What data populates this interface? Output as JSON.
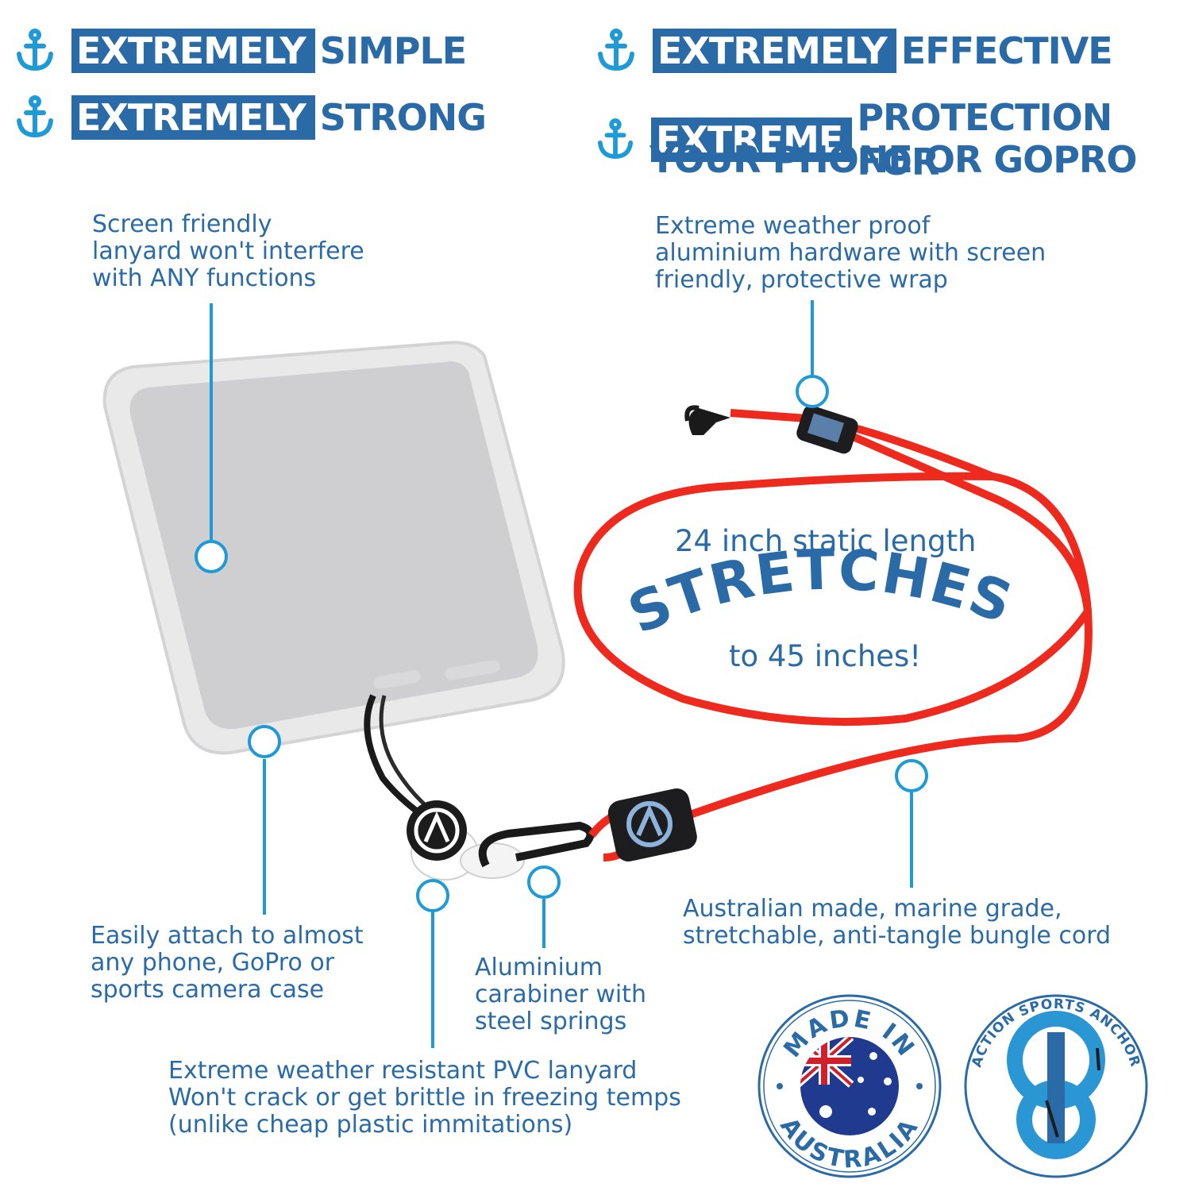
{
  "headlines": [
    {
      "highlight": "EXTREMELY",
      "rest": "SIMPLE"
    },
    {
      "highlight": "EXTREMELY",
      "rest": "STRONG"
    },
    {
      "highlight": "EXTREMELY",
      "rest": "EFFECTIVE"
    },
    {
      "highlight": "EXTREME",
      "rest": "PROTECTION FOR",
      "line2": "YOUR PHONE OR GOPRO"
    }
  ],
  "callouts": {
    "screen": "Screen friendly\nlanyard won't interfere\nwith ANY functions",
    "hardware": "Extreme weather proof\naluminium hardware with screen\nfriendly, protective wrap",
    "attach": "Easily attach to almost\nany phone, GoPro or\nsports camera case",
    "carabiner": "Aluminium\ncarabiner with\nsteel springs",
    "cord": "Australian made, marine grade,\nstretchable, anti-tangle bungle cord",
    "pvc": "Extreme weather resistant PVC lanyard\nWon't crack or get brittle in freezing temps\n(unlike cheap plastic immitations)"
  },
  "stretch": {
    "top": "24 inch static length",
    "big": "STRETCHES",
    "bottom": "to 45 inches!"
  },
  "badges": {
    "made_in": "MADE IN",
    "australia": "AUSTRALIA",
    "brand": "ACTION SPORTS ANCHOR"
  },
  "colors": {
    "brand_blue": "#2a6ba7",
    "callout_blue": "#1e9ad6",
    "cord_red": "#ee2a1f"
  }
}
